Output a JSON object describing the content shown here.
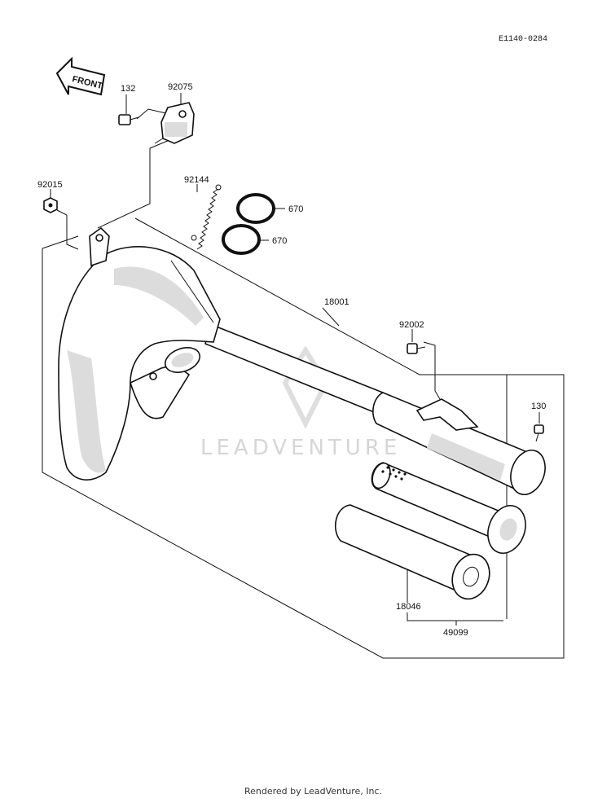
{
  "diagram_code": "E1140-0284",
  "front_arrow": "FRONT",
  "watermark": "LEADVENTURE",
  "footer": "Rendered by LeadVenture, Inc.",
  "parts": {
    "p132": "132",
    "p92075": "92075",
    "p92015": "92015",
    "p92144": "92144",
    "p670a": "670",
    "p670b": "670",
    "p18001": "18001",
    "p92002": "92002",
    "p130": "130",
    "p18046": "18046",
    "p49099": "49099"
  }
}
